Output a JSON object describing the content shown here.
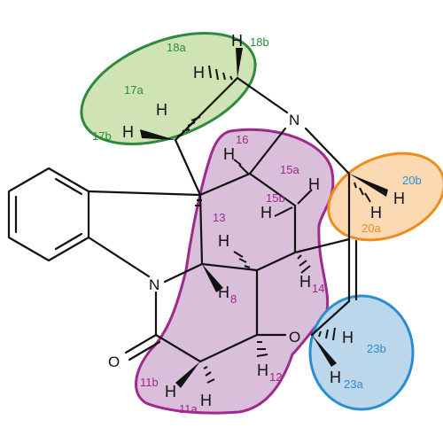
{
  "colors": {
    "green": "#2e8b3e",
    "green_fill": "#cfe3b4",
    "purple": "#a0298e",
    "purple_fill": "#d9bfd9",
    "orange": "#f08c1d",
    "orange_fill": "#fbd9b3",
    "blue": "#2a8fd0",
    "blue_fill": "#bcd6ec",
    "bond": "#111111"
  },
  "atoms": {
    "n_top": "N",
    "n_lactam": "N",
    "o_carbonyl": "O",
    "o_ether": "O"
  },
  "protons": {
    "h18a": "H",
    "h18b": "H",
    "h17a": "H",
    "h17b": "H",
    "h16": "H",
    "h15a": "H",
    "h15b": "H",
    "h13": "H",
    "h8": "H",
    "h14": "H",
    "h20a": "H",
    "h20b": "H",
    "h12": "H",
    "h11a": "H",
    "h11b": "H",
    "h23a": "H",
    "h23b": "H"
  },
  "labels": {
    "n18a": "18a",
    "n18b": "18b",
    "n17a": "17a",
    "n17b": "17b",
    "n16": "16",
    "n15a": "15a",
    "n15b": "15b",
    "n13": "13",
    "n8": "8",
    "n14": "14",
    "n20a": "20a",
    "n20b": "20b",
    "n12": "12",
    "n11a": "11a",
    "n11b": "11b",
    "n23a": "23a",
    "n23b": "23b"
  }
}
